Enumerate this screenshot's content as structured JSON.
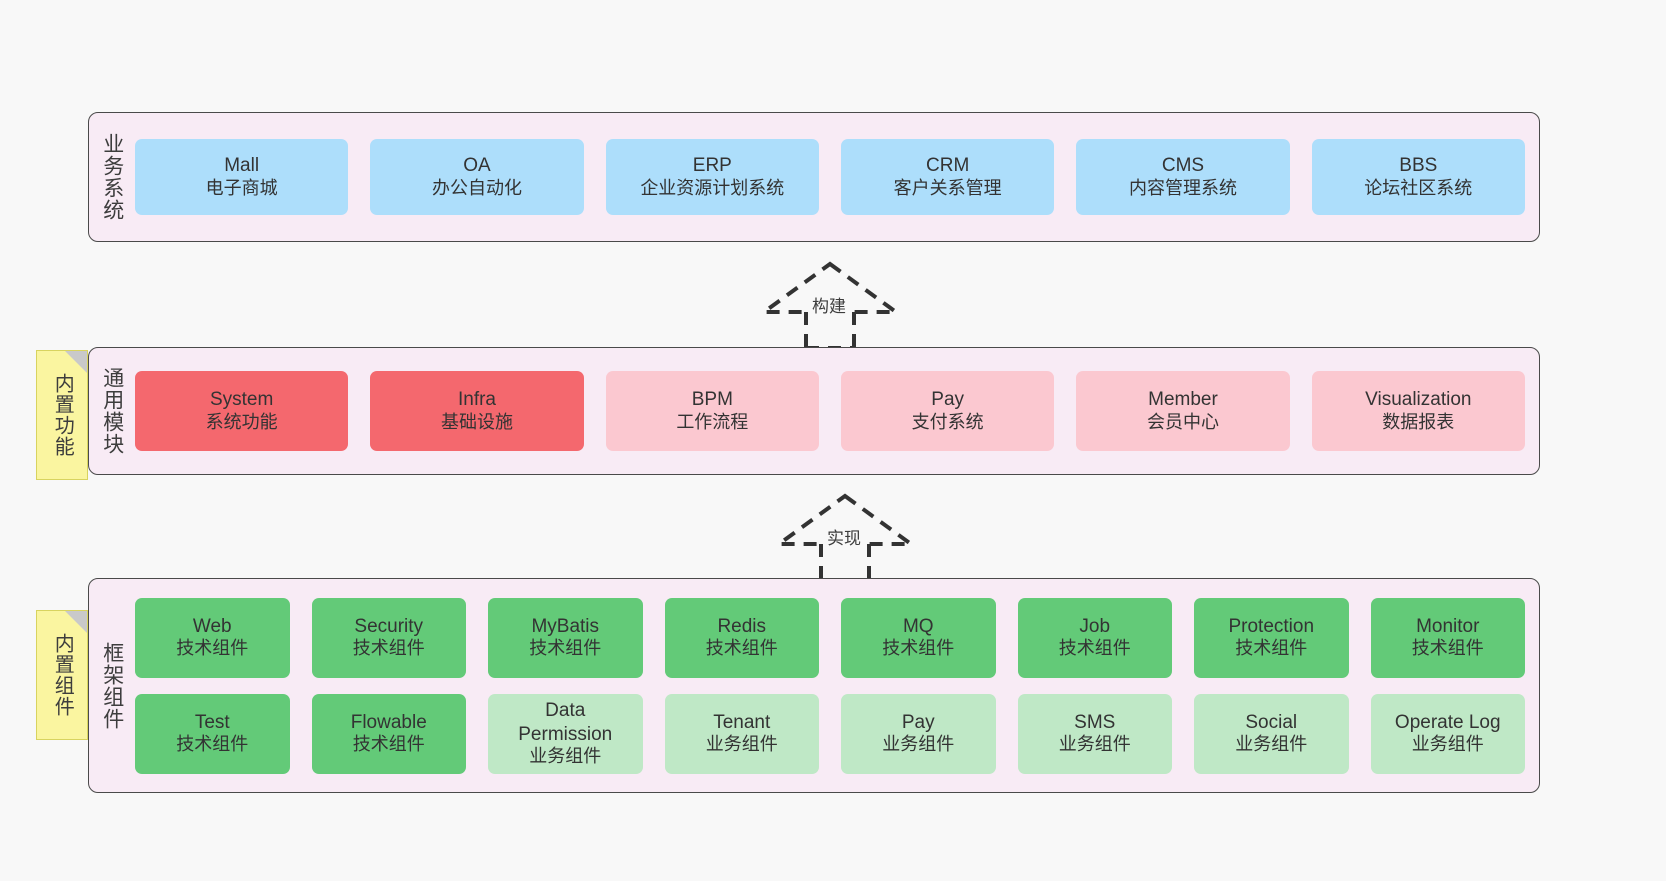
{
  "layers": [
    {
      "id": "business",
      "label": "业务系统",
      "rows": [
        {
          "cards": [
            {
              "name": "Mall",
              "sub": "电子商城",
              "color": "blue"
            },
            {
              "name": "OA",
              "sub": "办公自动化",
              "color": "blue"
            },
            {
              "name": "ERP",
              "sub": "企业资源计划系统",
              "color": "blue"
            },
            {
              "name": "CRM",
              "sub": "客户关系管理",
              "color": "blue"
            },
            {
              "name": "CMS",
              "sub": "内容管理系统",
              "color": "blue"
            },
            {
              "name": "BBS",
              "sub": "论坛社区系统",
              "color": "blue"
            }
          ]
        }
      ]
    },
    {
      "id": "modules",
      "label": "通用模块",
      "sticky": "内置功能",
      "rows": [
        {
          "cards": [
            {
              "name": "System",
              "sub": "系统功能",
              "color": "red"
            },
            {
              "name": "Infra",
              "sub": "基础设施",
              "color": "red"
            },
            {
              "name": "BPM",
              "sub": "工作流程",
              "color": "pink"
            },
            {
              "name": "Pay",
              "sub": "支付系统",
              "color": "pink"
            },
            {
              "name": "Member",
              "sub": "会员中心",
              "color": "pink"
            },
            {
              "name": "Visualization",
              "sub": "数据报表",
              "color": "pink"
            }
          ]
        }
      ]
    },
    {
      "id": "framework",
      "label": "框架组件",
      "sticky": "内置组件",
      "rows": [
        {
          "cards": [
            {
              "name": "Web",
              "sub": "技术组件",
              "color": "green"
            },
            {
              "name": "Security",
              "sub": "技术组件",
              "color": "green"
            },
            {
              "name": "MyBatis",
              "sub": "技术组件",
              "color": "green"
            },
            {
              "name": "Redis",
              "sub": "技术组件",
              "color": "green"
            },
            {
              "name": "MQ",
              "sub": "技术组件",
              "color": "green"
            },
            {
              "name": "Job",
              "sub": "技术组件",
              "color": "green"
            },
            {
              "name": "Protection",
              "sub": "技术组件",
              "color": "green"
            },
            {
              "name": "Monitor",
              "sub": "技术组件",
              "color": "green"
            }
          ]
        },
        {
          "cards": [
            {
              "name": "Test",
              "sub": "技术组件",
              "color": "green"
            },
            {
              "name": "Flowable",
              "sub": "技术组件",
              "color": "green"
            },
            {
              "name": "Data",
              "name2": "Permission",
              "sub": "业务组件",
              "color": "lightgreen"
            },
            {
              "name": "Tenant",
              "sub": "业务组件",
              "color": "lightgreen"
            },
            {
              "name": "Pay",
              "sub": "业务组件",
              "color": "lightgreen"
            },
            {
              "name": "SMS",
              "sub": "业务组件",
              "color": "lightgreen"
            },
            {
              "name": "Social",
              "sub": "业务组件",
              "color": "lightgreen"
            },
            {
              "name": "Operate Log",
              "sub": "业务组件",
              "color": "lightgreen"
            }
          ]
        }
      ]
    }
  ],
  "arrows": [
    {
      "id": "build",
      "label": "构建"
    },
    {
      "id": "implement",
      "label": "实现"
    }
  ],
  "colors": {
    "blue": "#addefb",
    "red": "#f4686e",
    "pink": "#fbc8d0",
    "green": "#63ca78",
    "lightgreen": "#bfe8c6",
    "panel": "#f8ebf5",
    "sticky": "#faf5a0",
    "background": "#f8f8f8",
    "stroke": "#4a4a4a"
  }
}
